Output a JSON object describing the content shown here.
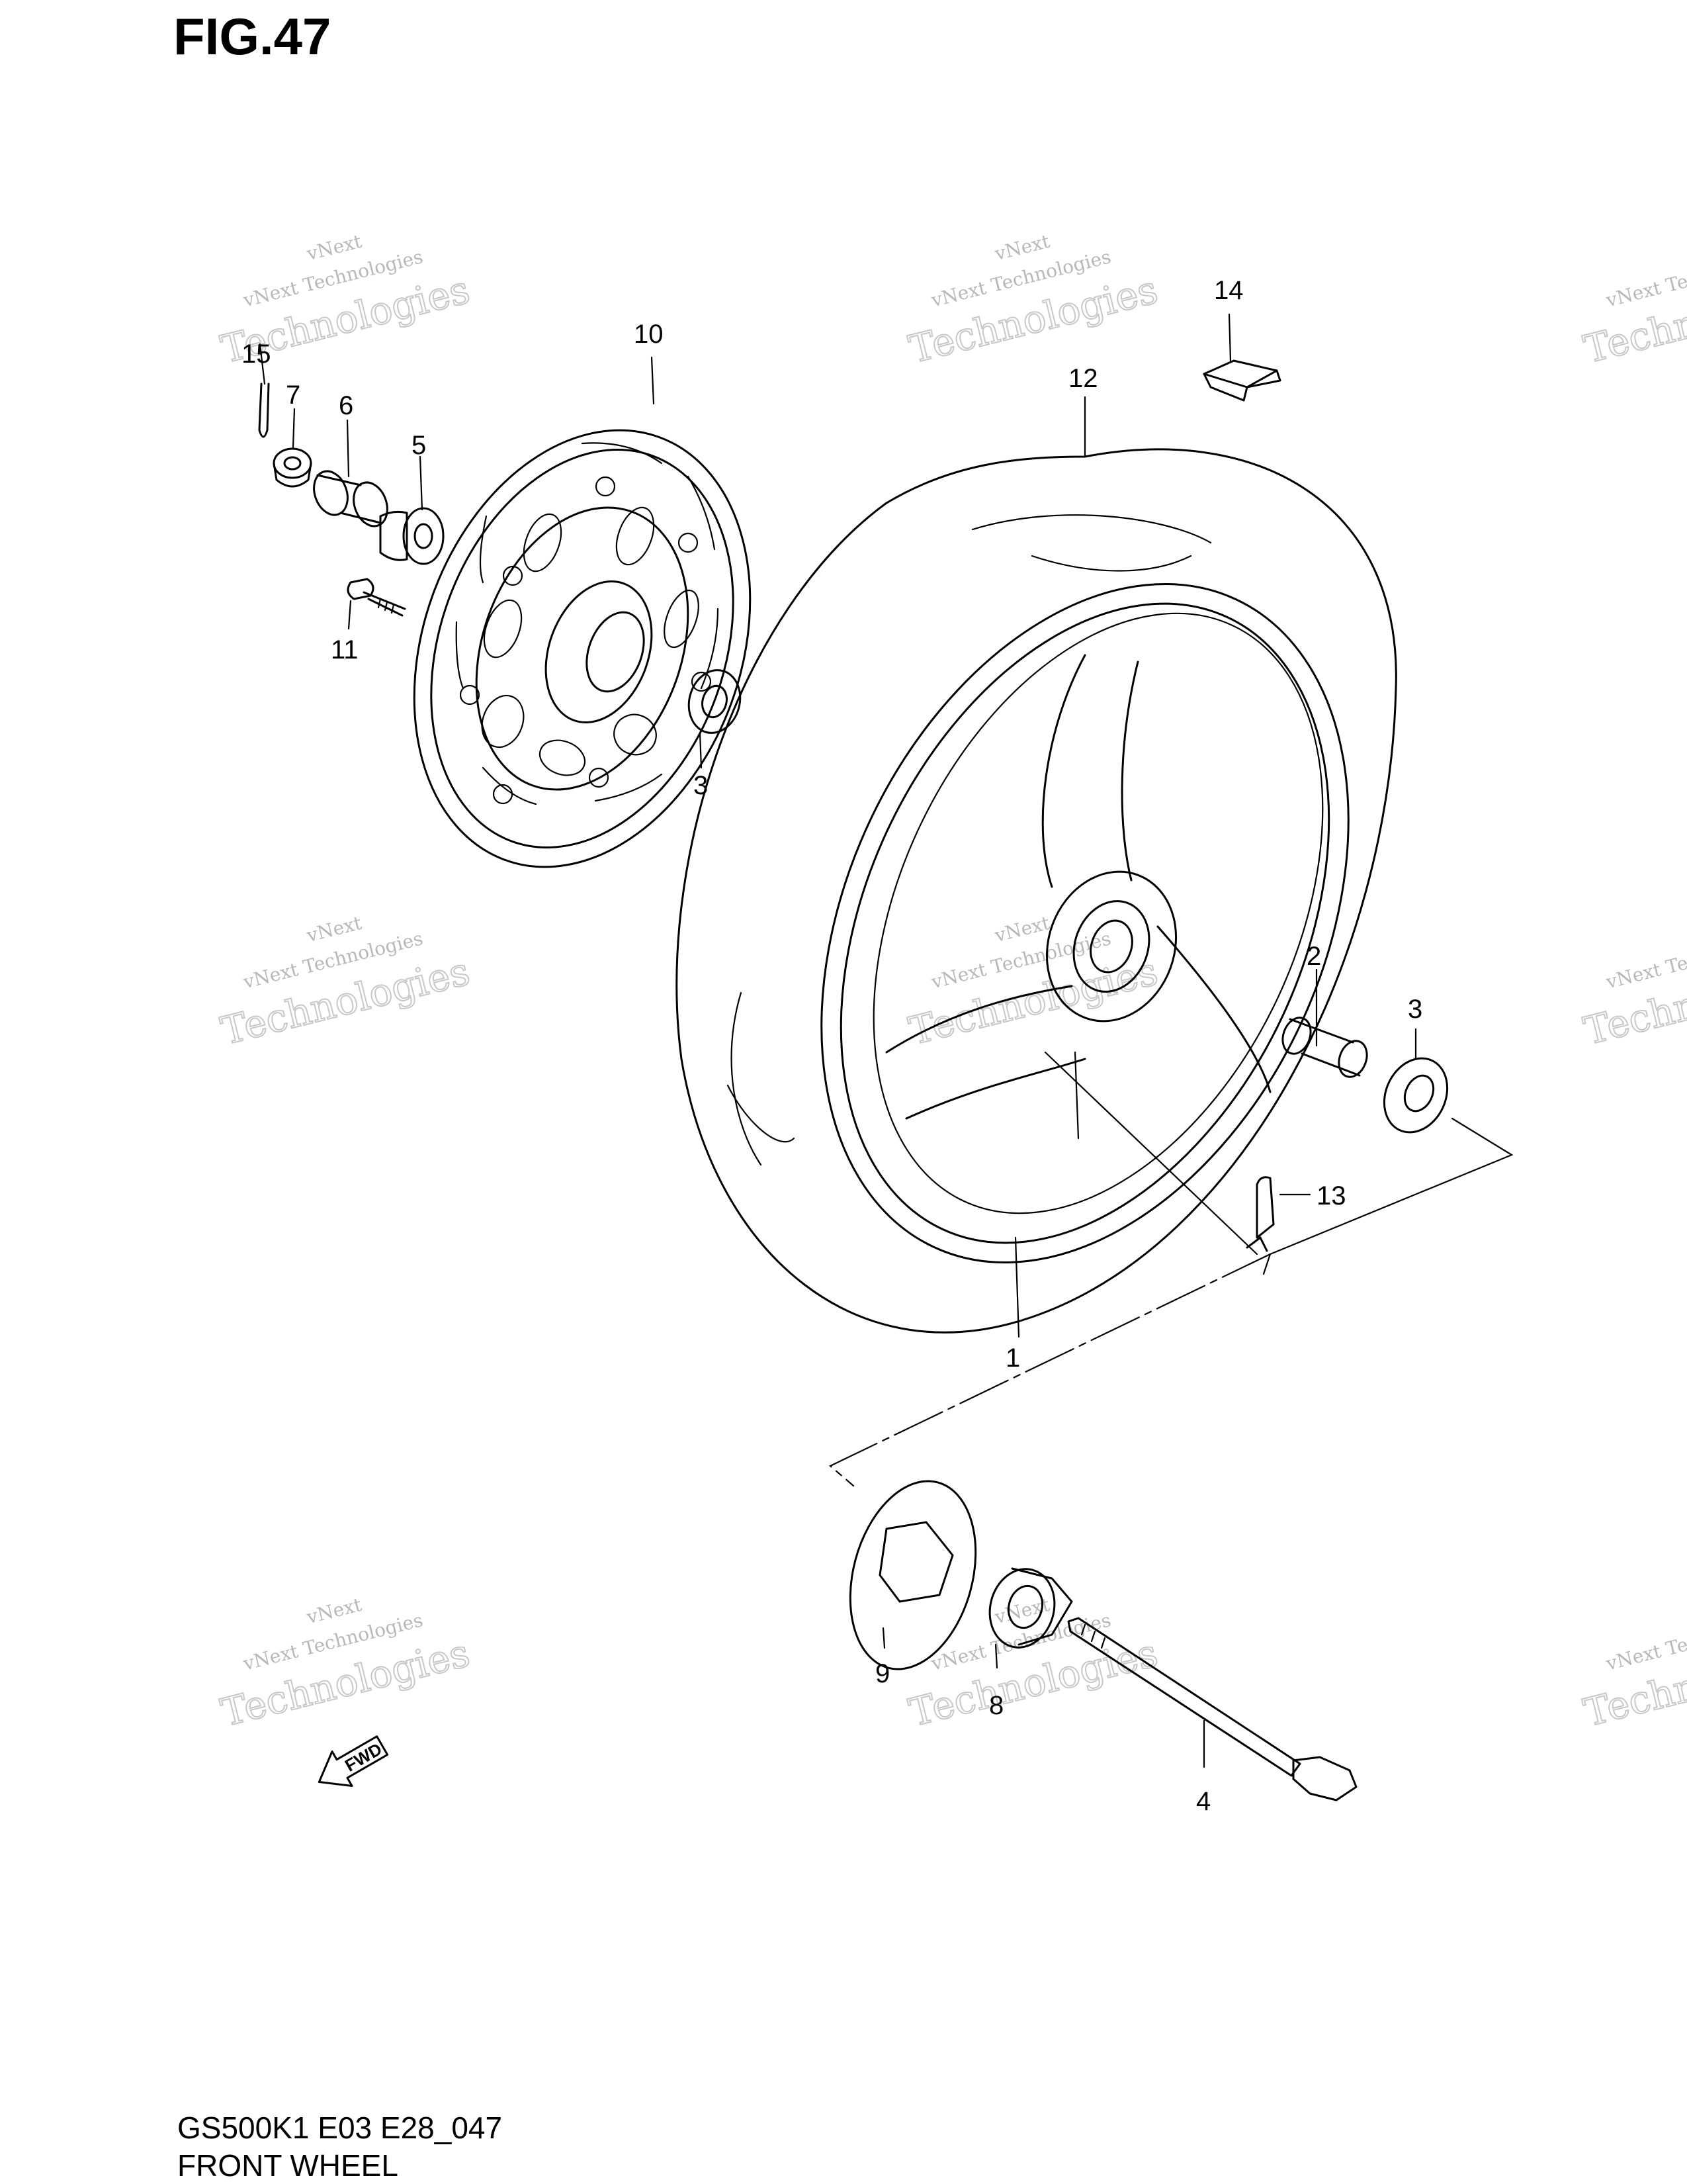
{
  "figure": {
    "title": "FIG.47",
    "footer_code": "GS500K1 E03 E28_047",
    "footer_name": "FRONT WHEEL"
  },
  "watermark": {
    "line_small_1": "vNext",
    "line_small_2": "vNext Technologies",
    "line_big": "Technologies"
  },
  "parts": [
    {
      "id": "1",
      "label": "1"
    },
    {
      "id": "2",
      "label": "2"
    },
    {
      "id": "3a",
      "label": "3"
    },
    {
      "id": "3b",
      "label": "3"
    },
    {
      "id": "4",
      "label": "4"
    },
    {
      "id": "5",
      "label": "5"
    },
    {
      "id": "6",
      "label": "6"
    },
    {
      "id": "7",
      "label": "7"
    },
    {
      "id": "8",
      "label": "8"
    },
    {
      "id": "9",
      "label": "9"
    },
    {
      "id": "10",
      "label": "10"
    },
    {
      "id": "11",
      "label": "11"
    },
    {
      "id": "12",
      "label": "12"
    },
    {
      "id": "13",
      "label": "13"
    },
    {
      "id": "14",
      "label": "14"
    },
    {
      "id": "15",
      "label": "15"
    }
  ],
  "fwd_label": "FWD"
}
